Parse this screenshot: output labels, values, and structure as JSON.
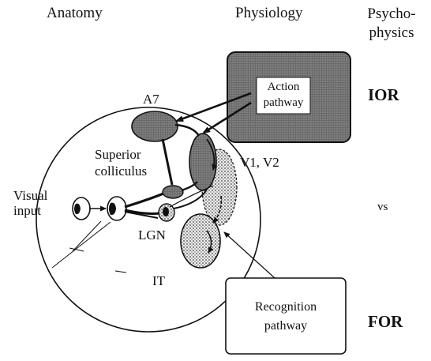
{
  "headers": {
    "anatomy": "Anatomy",
    "physiology": "Physiology",
    "psychophysics_line1": "Psycho-",
    "psychophysics_line2": "physics"
  },
  "regions": {
    "a7": "A7",
    "superior_colliculus_line1": "Superior",
    "superior_colliculus_line2": "colliculus",
    "v1v2": "V1, V2",
    "lgn": "LGN",
    "it": "IT",
    "visual_input_line1": "Visual",
    "visual_input_line2": "input"
  },
  "pathways": {
    "action_line1": "Action",
    "action_line2": "pathway",
    "recognition_line1": "Recognition",
    "recognition_line2": "pathway"
  },
  "psychophysics": {
    "ior": "IOR",
    "vs": "vs",
    "for": "FOR"
  },
  "colors": {
    "shade_dark": "#6e6e6e",
    "shade_stipple": "#e6e6e6",
    "ink": "#111111"
  }
}
